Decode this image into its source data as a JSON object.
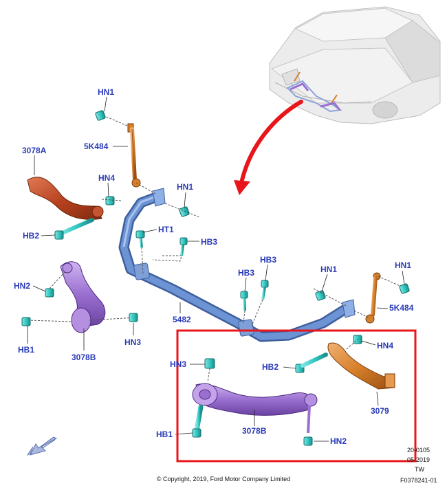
{
  "callouts": {
    "hn1_top": "HN1",
    "k484_left": "5K484",
    "a3078_left": "3078A",
    "hn4_left": "HN4",
    "hn1_mid": "HN1",
    "hb2_left": "HB2",
    "ht1": "HT1",
    "hb3_left": "HB3",
    "hn2_left": "HN2",
    "hb1_left": "HB1",
    "b3078_left": "3078B",
    "hn3_left": "HN3",
    "bar5482": "5482",
    "hb3_mid": "HB3",
    "hb3_right": "HB3",
    "hn1_right_a": "HN1",
    "hn1_right_b": "HN1",
    "k484_right": "5K484",
    "hn4_right": "HN4",
    "hb2_right": "HB2",
    "hn3_box": "HN3",
    "c3079": "3079",
    "hb1_box": "HB1",
    "b3078_box": "3078B",
    "hn2_box": "HN2"
  },
  "meta": {
    "code_line1": "20-0105",
    "code_line2": "05-2019",
    "code_line3": "TW",
    "figure_id": "F0378241-01",
    "copyright": "© Copyright, 2019, Ford Motor Company Limited"
  },
  "colors": {
    "label": "#2a3bb8",
    "highlight_box": "#e8151b",
    "arrow": "#e8151b",
    "stabilizer_bar": "#5f86c7",
    "link_orange": "#c56a1c",
    "arm_purple": "#9a6fd0",
    "arm_red": "#b8421f",
    "fastener_teal": "#34c8c2"
  },
  "icons": {
    "nav_arrow": "arrow-down-left-icon"
  }
}
